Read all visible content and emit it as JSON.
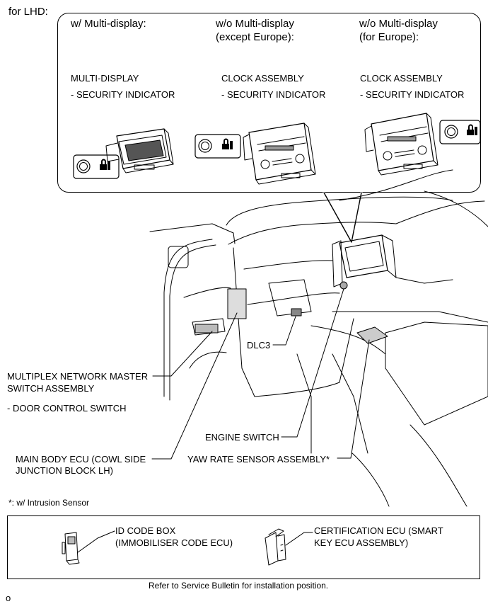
{
  "header": {
    "region": "for LHD:"
  },
  "variants": [
    {
      "heading_line1": "w/ Multi-display:",
      "heading_line2": "",
      "component": "MULTI-DISPLAY",
      "subcomponent": "- SECURITY INDICATOR"
    },
    {
      "heading_line1": "w/o Multi-display",
      "heading_line2": "(except Europe):",
      "component": "CLOCK ASSEMBLY",
      "subcomponent": "- SECURITY INDICATOR"
    },
    {
      "heading_line1": "w/o Multi-display",
      "heading_line2": "(for Europe):",
      "component": "CLOCK ASSEMBLY",
      "subcomponent": "- SECURITY INDICATOR"
    }
  ],
  "labels": {
    "dlc3": "DLC3",
    "multiplex_line1": "MULTIPLEX NETWORK MASTER",
    "multiplex_line2": "SWITCH ASSEMBLY",
    "door_control": "- DOOR CONTROL SWITCH",
    "engine_switch": "ENGINE SWITCH",
    "main_body_line1": "MAIN BODY ECU (COWL SIDE",
    "main_body_line2": "JUNCTION BLOCK LH)",
    "yaw_rate": "YAW RATE SENSOR ASSEMBLY*"
  },
  "footnote": "*: w/ Intrusion Sensor",
  "parts_box": {
    "id_code_line1": "ID CODE BOX",
    "id_code_line2": "(IMMOBILISER CODE ECU)",
    "cert_line1": "CERTIFICATION ECU (SMART",
    "cert_line2": "KEY ECU ASSEMBLY)",
    "note": "Refer to Service Bulletin for installation position."
  },
  "corner_mark": "o",
  "icons": [
    "security-indicator-icon",
    "padlock-icon"
  ]
}
